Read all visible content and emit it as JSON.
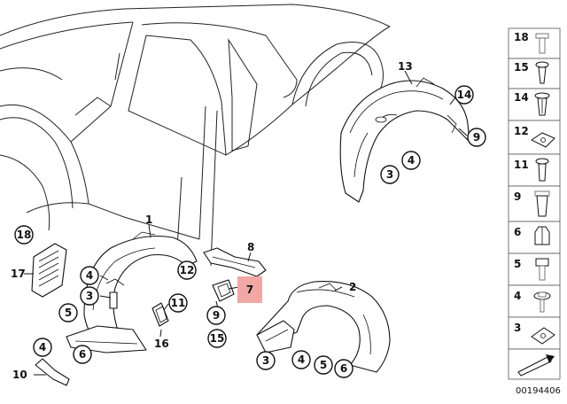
{
  "diagram": {
    "reference_number": "00194406",
    "highlighted_part": "7",
    "callouts": {
      "c1": "1",
      "c2": "2",
      "c3a": "3",
      "c3b": "3",
      "c3c": "3",
      "c4a": "4",
      "c4b": "4",
      "c4c": "4",
      "c4d": "4",
      "c5a": "5",
      "c5b": "5",
      "c6a": "6",
      "c6b": "6",
      "c7": "7",
      "c8": "8",
      "c9a": "9",
      "c9b": "9",
      "c10": "10",
      "c11": "11",
      "c12": "12",
      "c13": "13",
      "c14": "14",
      "c15": "15",
      "c16": "16",
      "c17": "17",
      "c18": "18"
    },
    "sidebar": [
      "18",
      "15",
      "14",
      "12",
      "11",
      "9",
      "6",
      "5",
      "4",
      "3"
    ]
  }
}
